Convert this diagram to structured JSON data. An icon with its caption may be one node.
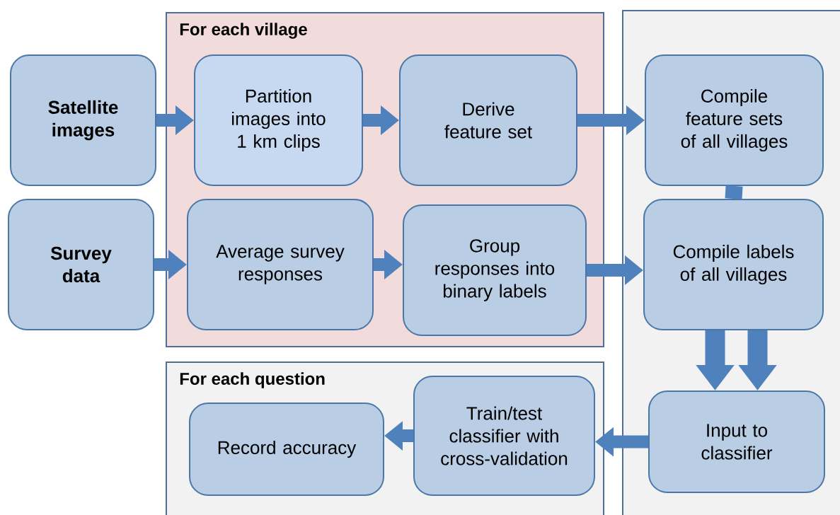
{
  "diagram": {
    "nodes": [
      {
        "text": [
          "For each village"
        ]
      },
      {
        "text": [
          "Satellite images"
        ]
      },
      {
        "text": [
          "Partition images into 1 km clips"
        ],
        "in": 0
      },
      {
        "text": [
          "Derive feature set"
        ],
        "in": 0
      },
      {
        "text": [
          "Survey data"
        ]
      },
      {
        "text": [
          "Average survey responses"
        ],
        "in": 0
      },
      {
        "text": [
          "Group responses into binary labels"
        ],
        "in": 0
      },
      {
        "text": [],
        "shape": "box"
      },
      {
        "text": [
          "Compile feature sets of all villages"
        ],
        "in": 7
      },
      {
        "text": [
          "Compile labels of all villages"
        ],
        "in": 7
      },
      {
        "text": [
          "For each question"
        ]
      },
      {
        "text": [
          "Record accuracy"
        ],
        "in": 10
      },
      {
        "text": [
          "Train/test classifier with cross-validation"
        ],
        "in": 10
      },
      {
        "text": [
          "Input to classifier"
        ],
        "in": 7
      }
    ],
    "edges": [
      {
        "from": 1,
        "to": 2,
        "arrow": "to"
      },
      {
        "from": 2,
        "to": 3,
        "arrow": "to"
      },
      {
        "from": 3,
        "to": 8,
        "arrow": "to"
      },
      {
        "from": 4,
        "to": 5,
        "arrow": "to"
      },
      {
        "from": 5,
        "to": 6,
        "arrow": "to"
      },
      {
        "from": 6,
        "to": 9,
        "arrow": "to"
      },
      {
        "from": 8,
        "to": 9,
        "arrow": "none"
      },
      {
        "from": 9,
        "to": 13,
        "arrow": "to"
      },
      {
        "from": 9,
        "to": 13,
        "arrow": "to"
      },
      {
        "from": 13,
        "to": 12,
        "arrow": "to"
      },
      {
        "from": 12,
        "to": 11,
        "arrow": "to"
      }
    ]
  }
}
